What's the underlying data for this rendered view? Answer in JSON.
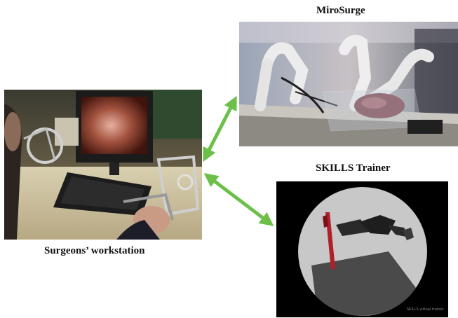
{
  "labels": {
    "top_right": "MiroSurge",
    "bottom_right": "SKILLS Trainer",
    "left": "Surgeons’ workstation"
  },
  "simulator_watermark": "SKILLS virtual trainer",
  "colors": {
    "arrow": "#6cc04a",
    "simulator_background": "#000000",
    "simulator_disc": "#c8c8c8",
    "instrument_red": "#b0202a"
  }
}
